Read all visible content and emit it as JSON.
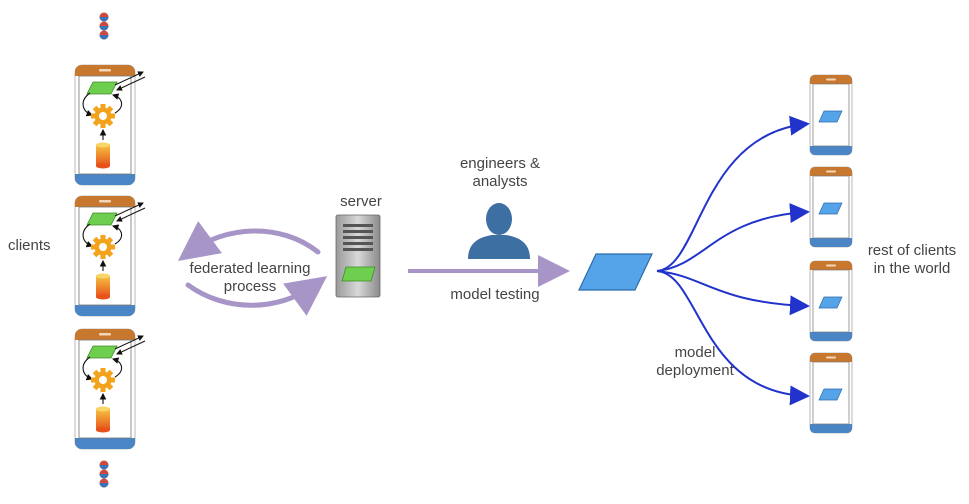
{
  "labels": {
    "clients": "clients",
    "fl_line1": "federated learning",
    "fl_line2": "process",
    "server": "server",
    "engineers_line1": "engineers &",
    "engineers_line2": "analysts",
    "model_testing": "model testing",
    "deployment_line1": "model",
    "deployment_line2": "deployment",
    "rest_line1": "rest of clients",
    "rest_line2": "in the world"
  },
  "colors": {
    "phone_top": "#c8772f",
    "phone_bottom": "#4a86c5",
    "model_green": "#6ecf4f",
    "model_blue": "#55a4ea",
    "gear": "#f2a21b",
    "database": "#e8521a",
    "fl_arrow": "#a895c7",
    "deploy_arrow": "#2233cc",
    "person": "#3e6fa3",
    "dot_top": "#d0493d",
    "dot_bottom": "#3b73b9",
    "label_text": "#444444"
  },
  "icons": [
    "phone-icon",
    "gear-icon",
    "database-icon",
    "server-icon",
    "person-icon",
    "model-icon",
    "ellipsis-dots-icon"
  ]
}
